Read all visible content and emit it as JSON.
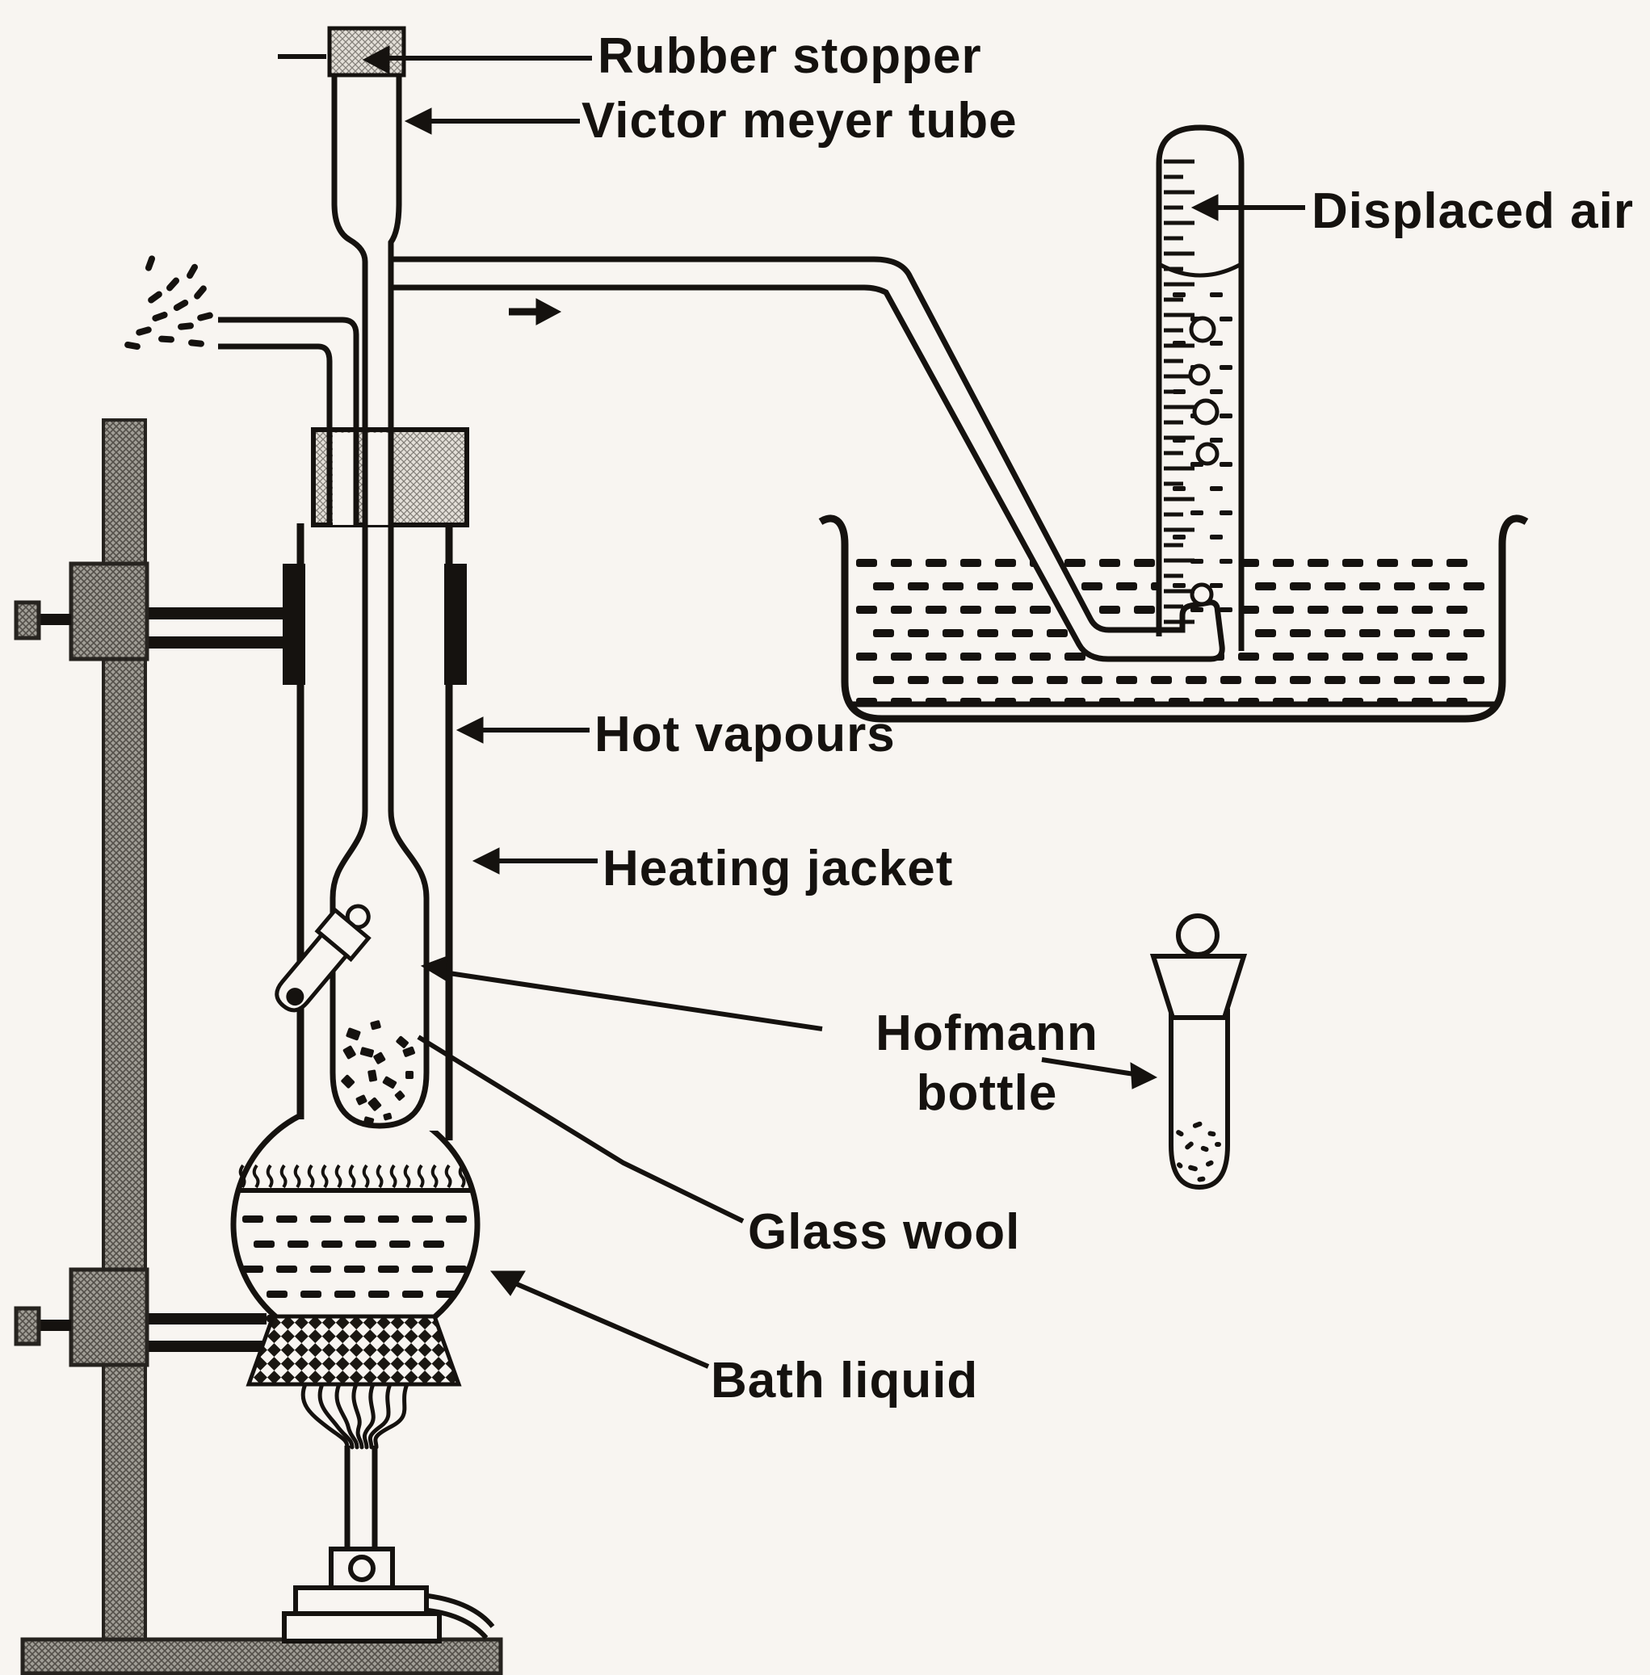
{
  "figure": {
    "labels": {
      "rubber_stopper": "Rubber stopper",
      "victor_meyer_tube": "Victor meyer tube",
      "displaced_air": "Displaced air",
      "hot_vapours": "Hot vapours",
      "heating_jacket": "Heating jacket",
      "hofmann_bottle_line1": "Hofmann",
      "hofmann_bottle_line2": "bottle",
      "glass_wool": "Glass wool",
      "bath_liquid": "Bath liquid"
    }
  }
}
